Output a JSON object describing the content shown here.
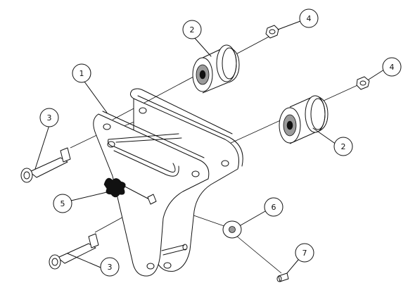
{
  "drawing": {
    "type": "exploded assembly drawing",
    "background": "#ffffff",
    "line_color": "#111111"
  },
  "balloons": [
    {
      "id": "balloon-1",
      "label": "1"
    },
    {
      "id": "balloon-2a",
      "label": "2"
    },
    {
      "id": "balloon-2b",
      "label": "2"
    },
    {
      "id": "balloon-3a",
      "label": "3"
    },
    {
      "id": "balloon-3b",
      "label": "3"
    },
    {
      "id": "balloon-4a",
      "label": "4"
    },
    {
      "id": "balloon-4b",
      "label": "4"
    },
    {
      "id": "balloon-5",
      "label": "5"
    },
    {
      "id": "balloon-6",
      "label": "6"
    },
    {
      "id": "balloon-7",
      "label": "7"
    }
  ]
}
